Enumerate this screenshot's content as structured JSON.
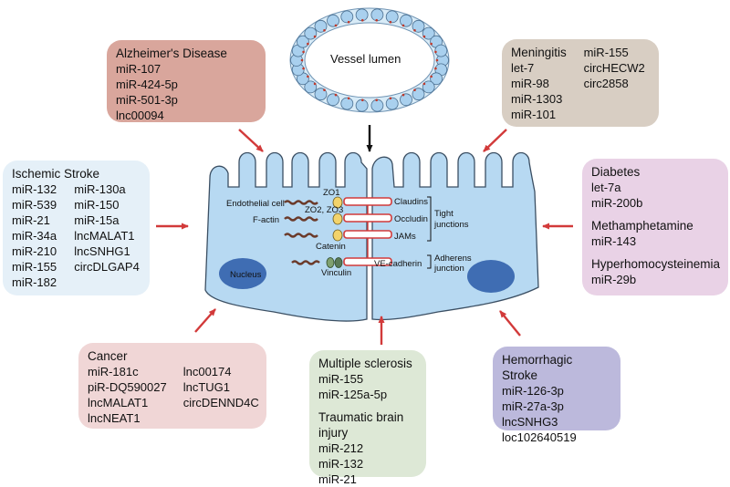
{
  "vessel": {
    "label": "Vessel lumen"
  },
  "junction_labels": {
    "endothelial_cell": "Endothelial cell",
    "zo1": "ZO1",
    "zo2_zo3": "ZO2, ZO3",
    "f_actin": "F-actin",
    "catenin": "Catenin",
    "vinculin": "Vinculin",
    "claudins": "Claudins",
    "occludin": "Occludin",
    "jams": "JAMs",
    "ve_cadherin": "VE-cadherin",
    "tight_junctions": [
      "Tight",
      "junctions"
    ],
    "adherens_junction": [
      "Adherens",
      "junction"
    ],
    "nucleus": "Nucleus"
  },
  "boxes": {
    "alzheimers": {
      "title": "Alzheimer's Disease",
      "items": [
        "miR-107",
        "miR-424-5p",
        "miR-501-3p",
        "lnc00094"
      ]
    },
    "meningitis": {
      "title": "Meningitis",
      "col1": [
        "let-7",
        "miR-98",
        "miR-1303",
        "miR-101"
      ],
      "col2": [
        "miR-155",
        "circHECW2",
        "circ2858"
      ]
    },
    "ischemic": {
      "title": "Ischemic Stroke",
      "col1": [
        "miR-132",
        "miR-539",
        "miR-21",
        "miR-34a",
        "miR-210",
        "miR-155",
        "miR-182"
      ],
      "col2": [
        "miR-130a",
        "miR-150",
        "miR-15a",
        "lncMALAT1",
        "lncSNHG1",
        "circDLGAP4"
      ]
    },
    "diabetes": {
      "title": "Diabetes",
      "items": [
        "let-7a",
        "miR-200b"
      ]
    },
    "meth": {
      "title": "Methamphetamine",
      "items": [
        "miR-143"
      ]
    },
    "hyperhomo": {
      "title": "Hyperhomocysteinemia",
      "items": [
        "miR-29b"
      ]
    },
    "cancer": {
      "title": "Cancer",
      "col1": [
        "miR-181c",
        "piR-DQ590027",
        "lncMALAT1",
        "lncNEAT1"
      ],
      "col2": [
        "lnc00174",
        "lncTUG1",
        "circDENND4C"
      ]
    },
    "ms": {
      "title": "Multiple sclerosis",
      "items": [
        "miR-155",
        "miR-125a-5p"
      ]
    },
    "tbi": {
      "title": "Traumatic brain injury",
      "items": [
        "miR-212",
        "miR-132",
        "miR-21"
      ]
    },
    "hemorrhagic": {
      "title": "Hemorrhagic Stroke",
      "items": [
        "miR-126-3p",
        "miR-27a-3p",
        "lncSNHG3",
        "loc102640519"
      ]
    }
  },
  "colors": {
    "cell_fill": "#b7d9f2",
    "cell_stroke": "#3b4f63",
    "nucleus": "#3f6db3",
    "arrow_red": "#d23a3a",
    "arrow_black": "#111111"
  }
}
